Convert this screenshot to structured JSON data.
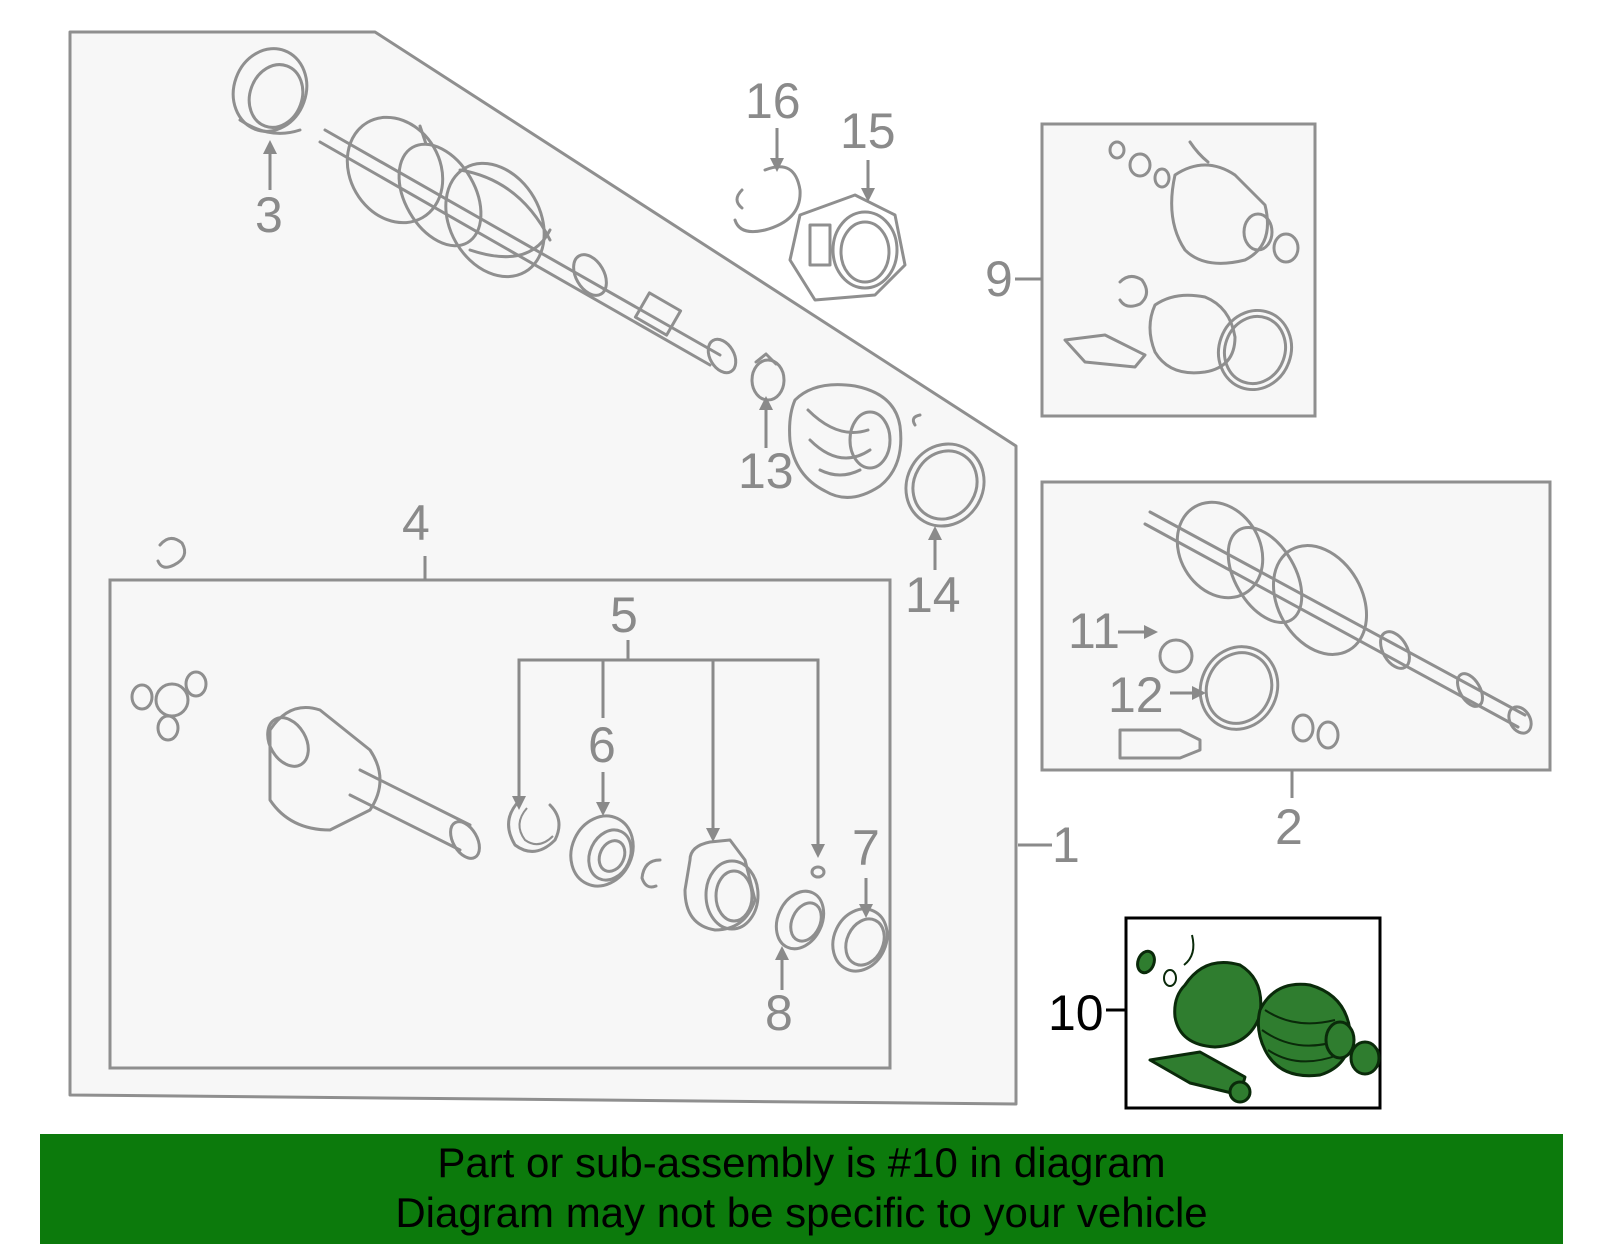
{
  "callouts": {
    "c1": "1",
    "c2": "2",
    "c3": "3",
    "c4": "4",
    "c5": "5",
    "c6": "6",
    "c7": "7",
    "c8": "8",
    "c9": "9",
    "c10": "10",
    "c11": "11",
    "c12": "12",
    "c13": "13",
    "c14": "14",
    "c15": "15",
    "c16": "16"
  },
  "highlighted_part": "10",
  "colors": {
    "banner_bg": "#0c7a0c",
    "highlight_fill": "#2f7d2f",
    "line_art": "#8f8f8f",
    "panel_bg": "#f7f7f7"
  },
  "banner": {
    "line1": "Part or sub-assembly is #10 in diagram",
    "line2": "Diagram may not be specific to your vehicle"
  }
}
